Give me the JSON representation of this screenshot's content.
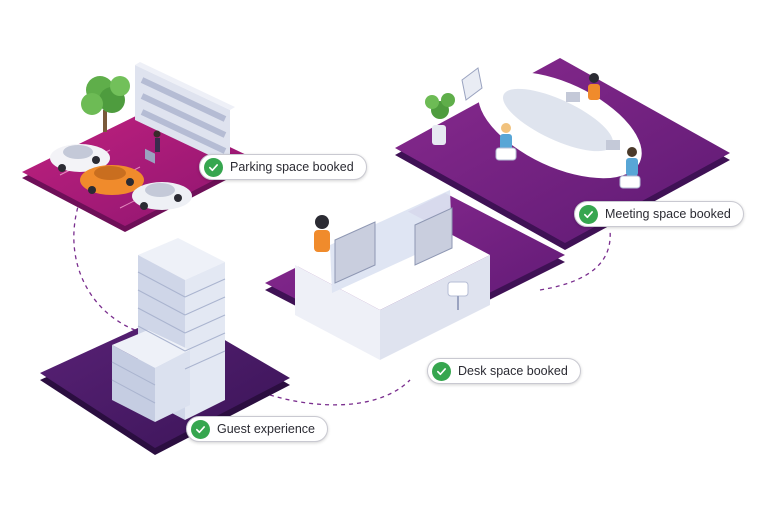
{
  "labels": {
    "parking": "Parking space booked",
    "meeting": "Meeting space booked",
    "desk": "Desk space booked",
    "guest": "Guest experience"
  },
  "icons": {
    "check": "check-circle-icon"
  },
  "colors": {
    "check_green": "#36a64f",
    "platform_purple": "#6a1b7a",
    "platform_magenta": "#b0197a",
    "platform_dark": "#4a1863",
    "dashed_path": "#7a2e8e"
  }
}
